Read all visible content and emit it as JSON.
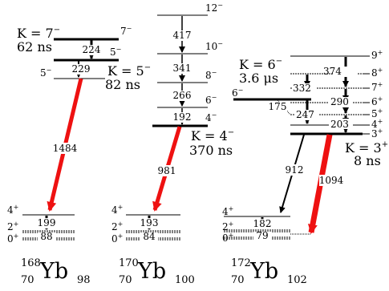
{
  "colors": {
    "line": "#000000",
    "highlight": "#ee1111",
    "background": "#ffffff"
  },
  "panels": [
    {
      "nucleus": {
        "mass": "168",
        "z": "70",
        "symbol": "Yb",
        "n": "98"
      },
      "isomers": [
        {
          "k": "K = 7",
          "k_sup": "−",
          "lifetime": "62 ns"
        },
        {
          "k": "K = 5",
          "k_sup": "−",
          "lifetime": "82 ns"
        }
      ],
      "level_labels": [
        {
          "text": "7",
          "sup": "−"
        },
        {
          "text": "5",
          "sup": "−"
        },
        {
          "text": "5",
          "sup": "−"
        },
        {
          "text": "4",
          "sup": "+"
        },
        {
          "text": "2",
          "sup": "+"
        },
        {
          "text": "0",
          "sup": "+"
        }
      ],
      "energies": [
        "224",
        "229",
        "1484",
        "199",
        "88"
      ]
    },
    {
      "nucleus": {
        "mass": "170",
        "z": "70",
        "symbol": "Yb",
        "n": "100"
      },
      "isomers": [
        {
          "k": "K = 4",
          "k_sup": "−",
          "lifetime": "370 ns"
        }
      ],
      "level_labels": [
        {
          "text": "12",
          "sup": "−"
        },
        {
          "text": "10",
          "sup": "−"
        },
        {
          "text": "8",
          "sup": "−"
        },
        {
          "text": "6",
          "sup": "−"
        },
        {
          "text": "4",
          "sup": "−"
        },
        {
          "text": "4",
          "sup": "+"
        },
        {
          "text": "2",
          "sup": "+"
        },
        {
          "text": "0",
          "sup": "+"
        }
      ],
      "energies": [
        "417",
        "341",
        "266",
        "192",
        "981",
        "193",
        "84"
      ]
    },
    {
      "nucleus": {
        "mass": "172",
        "z": "70",
        "symbol": "Yb",
        "n": "102"
      },
      "isomers": [
        {
          "k": "K = 6",
          "k_sup": "−",
          "lifetime": "3.6 μs"
        },
        {
          "k": "K = 3",
          "k_sup": "+",
          "lifetime": "8 ns"
        }
      ],
      "level_labels": [
        {
          "text": "9",
          "sup": "+"
        },
        {
          "text": "8",
          "sup": "+"
        },
        {
          "text": "7",
          "sup": "+"
        },
        {
          "text": "6",
          "sup": "+"
        },
        {
          "text": "5",
          "sup": "+"
        },
        {
          "text": "4",
          "sup": "+"
        },
        {
          "text": "3",
          "sup": "+"
        },
        {
          "text": "6",
          "sup": "−"
        },
        {
          "text": "4",
          "sup": "+"
        },
        {
          "text": "2",
          "sup": "+"
        },
        {
          "text": "0",
          "sup": "+"
        }
      ],
      "energies": [
        "374",
        "332",
        "290",
        "175",
        "247",
        "203",
        "912",
        "1094",
        "182",
        "79"
      ]
    }
  ]
}
